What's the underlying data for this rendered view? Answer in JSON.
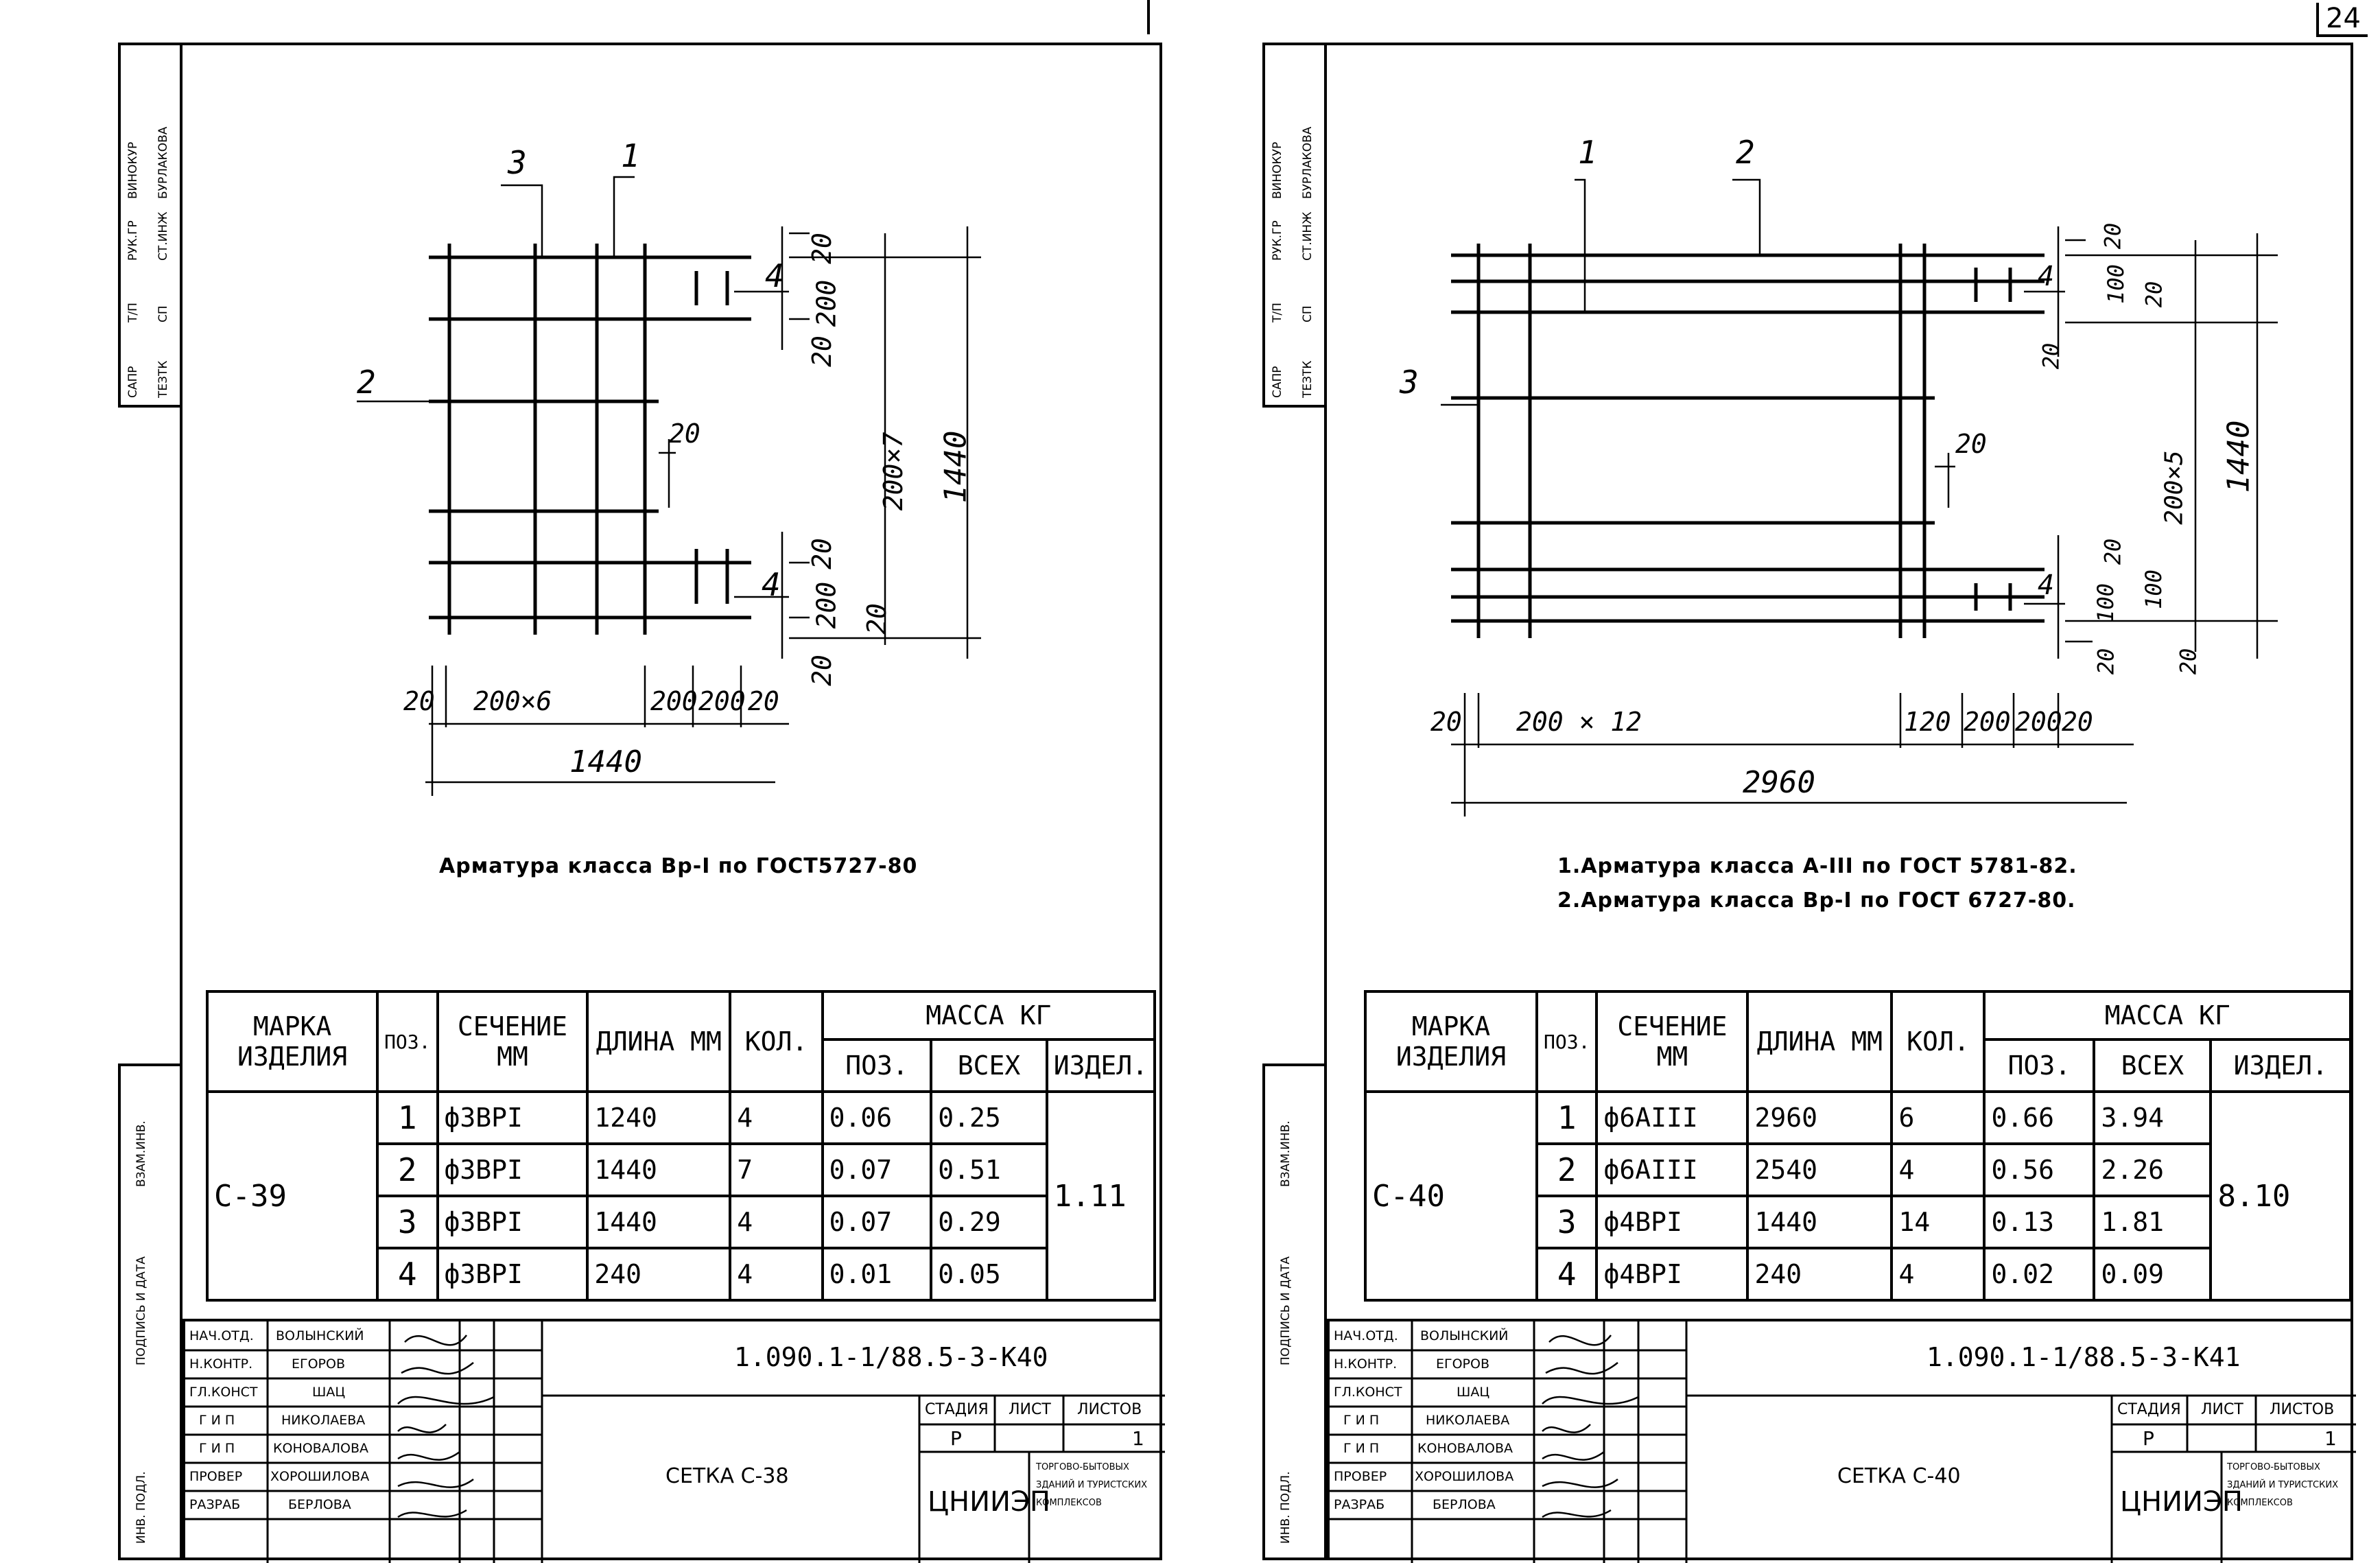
{
  "page_number": "24",
  "sheets": [
    {
      "side_stamp": {
        "top_cells": [
          "САПР",
          "Т/П",
          "РУК.ГР",
          "ВИНОКУР",
          "ТЕЗТК",
          "СП",
          "СТ.ИНЖ",
          "БУРЛАКОВА"
        ],
        "bottom_cells": [
          "ВЗАМ.ИНВ.",
          "ПОДПИСЬ И ДАТА",
          "ИНВ. ПОДЛ."
        ]
      },
      "drawing": {
        "positions": [
          "3",
          "1",
          "2",
          "4",
          "4"
        ],
        "dim_right": [
          "20",
          "200",
          "20",
          "200×7",
          "1440",
          "20",
          "200",
          "20",
          "20"
        ],
        "dim_inner": "20",
        "dim_bottom": [
          "20",
          "200×6",
          "200",
          "200",
          "20"
        ],
        "dim_total": "1440"
      },
      "notes": [
        "Арматура класса Вр-I по ГОСТ5727-80"
      ],
      "spec": {
        "headers": {
          "mark": "МАРКА ИЗДЕЛИЯ",
          "pos": "ПОЗ.",
          "section": "СЕЧЕНИЕ ММ",
          "length": "ДЛИНА ММ",
          "qty": "КОЛ.",
          "mass": "МАССА КГ",
          "mass_pos": "ПОЗ.",
          "mass_all": "ВСЕХ",
          "mass_item": "ИЗДЕЛ."
        },
        "mark": "С-39",
        "total": "1.11",
        "rows": [
          {
            "pos": "1",
            "section": "ф3ВРI",
            "length": "1240",
            "qty": "4",
            "mpos": "0.06",
            "mall": "0.25"
          },
          {
            "pos": "2",
            "section": "ф3ВРI",
            "length": "1440",
            "qty": "7",
            "mpos": "0.07",
            "mall": "0.51"
          },
          {
            "pos": "3",
            "section": "ф3ВРI",
            "length": "1440",
            "qty": "4",
            "mpos": "0.07",
            "mall": "0.29"
          },
          {
            "pos": "4",
            "section": "ф3ВРI",
            "length": "240",
            "qty": "4",
            "mpos": "0.01",
            "mall": "0.05"
          }
        ]
      },
      "title_block": {
        "code": "1.090.1-1/88.5-3-К40",
        "roles": [
          "НАЧ.ОТД.",
          "Н.КОНТР.",
          "ГЛ.КОНСТ",
          "Г И П",
          "Г И П",
          "ПРОВЕР",
          "РАЗРАБ"
        ],
        "names": [
          "ВОЛЫНСКИЙ",
          "ЕГОРОВ",
          "ШАЦ",
          "НИКОЛАЕВА",
          "КОНОВАЛОВА",
          "ХОРОШИЛОВА",
          "БЕРЛОВА"
        ],
        "title": "СЕТКА С-38",
        "stage_label": "СТАДИЯ",
        "sheet_label": "ЛИСТ",
        "sheets_label": "ЛИСТОВ",
        "stage": "Р",
        "sheet": "1",
        "org": "ЦНИИЭП",
        "org_sub": "ТОРГОВО-БЫТОВЫХ ЗДАНИЙ И ТУРИСТСКИХ КОМПЛЕКСОВ"
      }
    },
    {
      "side_stamp": {
        "top_cells": [
          "САПР",
          "Т/П",
          "РУК.ГР",
          "ВИНОКУР",
          "ТЕЗТК",
          "СП",
          "СТ.ИНЖ",
          "БУРЛАКОВА"
        ],
        "bottom_cells": [
          "ВЗАМ.ИНВ.",
          "ПОДПИСЬ И ДАТА",
          "ИНВ. ПОДЛ."
        ]
      },
      "drawing": {
        "positions": [
          "1",
          "2",
          "3",
          "4",
          "4"
        ],
        "dim_right": [
          "20",
          "100",
          "20",
          "20",
          "200×5",
          "1440",
          "20",
          "100",
          "100",
          "20",
          "20"
        ],
        "dim_inner": "20",
        "dim_bottom": [
          "20",
          "200 × 12",
          "120",
          "200",
          "200",
          "20"
        ],
        "dim_total": "2960"
      },
      "notes": [
        "1.Арматура класса А-III по ГОСТ 5781-82.",
        "2.Арматура класса Вр-I по ГОСТ 6727-80."
      ],
      "spec": {
        "headers": {
          "mark": "МАРКА ИЗДЕЛИЯ",
          "pos": "ПОЗ.",
          "section": "СЕЧЕНИЕ ММ",
          "length": "ДЛИНА ММ",
          "qty": "КОЛ.",
          "mass": "МАССА КГ",
          "mass_pos": "ПОЗ.",
          "mass_all": "ВСЕХ",
          "mass_item": "ИЗДЕЛ."
        },
        "mark": "С-40",
        "total": "8.10",
        "rows": [
          {
            "pos": "1",
            "section": "ф6АIII",
            "length": "2960",
            "qty": "6",
            "mpos": "0.66",
            "mall": "3.94"
          },
          {
            "pos": "2",
            "section": "ф6АIII",
            "length": "2540",
            "qty": "4",
            "mpos": "0.56",
            "mall": "2.26"
          },
          {
            "pos": "3",
            "section": "ф4ВРI",
            "length": "1440",
            "qty": "14",
            "mpos": "0.13",
            "mall": "1.81"
          },
          {
            "pos": "4",
            "section": "ф4ВРI",
            "length": "240",
            "qty": "4",
            "mpos": "0.02",
            "mall": "0.09"
          }
        ]
      },
      "title_block": {
        "code": "1.090.1-1/88.5-3-К41",
        "roles": [
          "НАЧ.ОТД.",
          "Н.КОНТР.",
          "ГЛ.КОНСТ",
          "Г И П",
          "Г И П",
          "ПРОВЕР",
          "РАЗРАБ"
        ],
        "names": [
          "ВОЛЫНСКИЙ",
          "ЕГОРОВ",
          "ШАЦ",
          "НИКОЛАЕВА",
          "КОНОВАЛОВА",
          "ХОРОШИЛОВА",
          "БЕРЛОВА"
        ],
        "title": "СЕТКА С-40",
        "stage_label": "СТАДИЯ",
        "sheet_label": "ЛИСТ",
        "sheets_label": "ЛИСТОВ",
        "stage": "Р",
        "sheet": "1",
        "org": "ЦНИИЭП",
        "org_sub": "ТОРГОВО-БЫТОВЫХ ЗДАНИЙ И ТУРИСТСКИХ КОМПЛЕКСОВ"
      }
    }
  ]
}
